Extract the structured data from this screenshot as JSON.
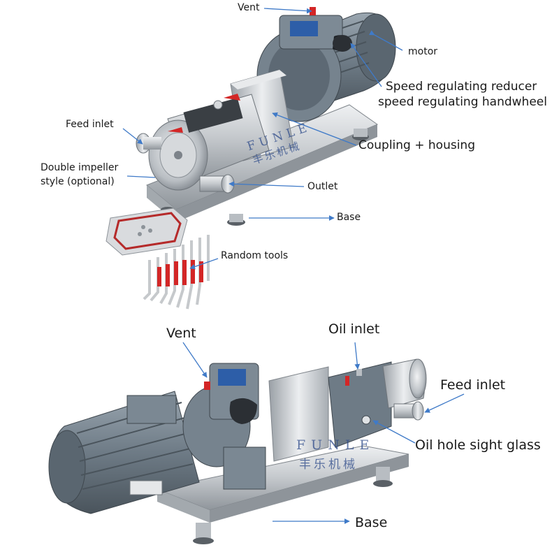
{
  "top_view": {
    "labels": {
      "vent": "Vent",
      "motor": "motor",
      "reducer": "Speed regulating reducer",
      "handwheel": "speed regulating handwheel",
      "feed_inlet": "Feed inlet",
      "coupling": "Coupling + housing",
      "impeller_line1": "Double impeller",
      "impeller_line2": "style (optional)",
      "outlet": "Outlet",
      "base": "Base",
      "tools": "Random tools"
    },
    "watermark_latin": "FUNLE",
    "watermark_cjk": "丰乐机械"
  },
  "bottom_view": {
    "labels": {
      "vent": "Vent",
      "oil_inlet": "Oil inlet",
      "feed_inlet": "Feed inlet",
      "sight_glass": "Oil hole sight glass",
      "base": "Base"
    },
    "watermark_latin": "FUNLE",
    "watermark_cjk": "丰乐机械"
  },
  "colors": {
    "callout_line": "#3f7ac8",
    "label_text": "#1a1a1a",
    "steel": "#c9ccd0",
    "motor_gray": "#6e7b86",
    "tool_red": "#d32626",
    "watermark": "#2e4b8a"
  }
}
